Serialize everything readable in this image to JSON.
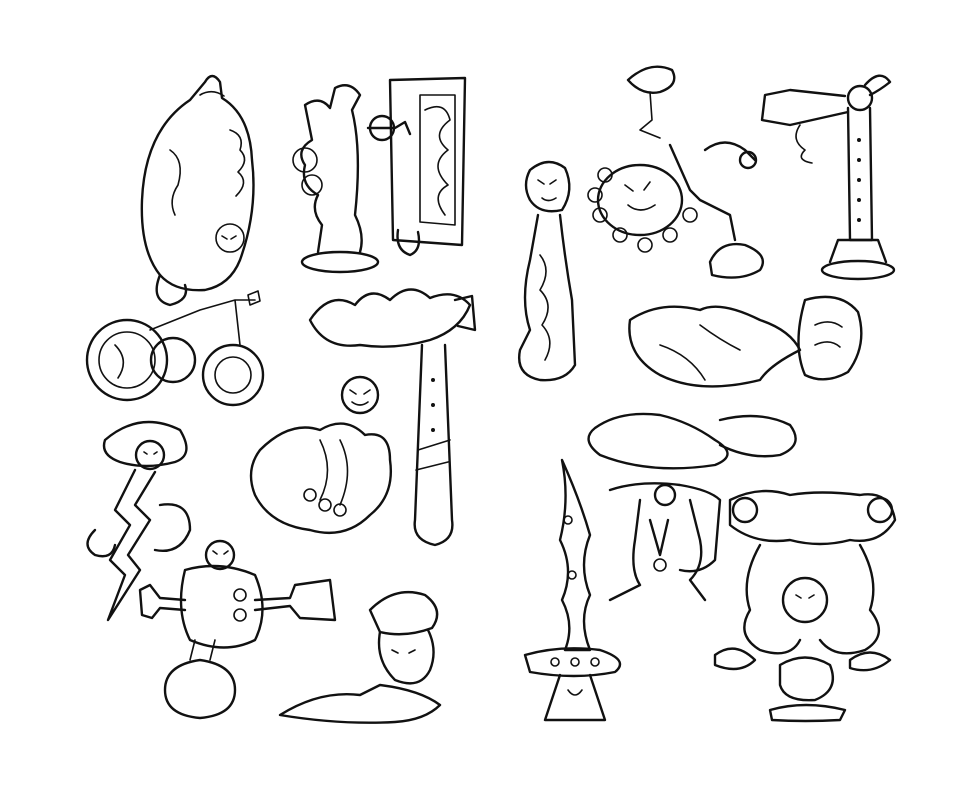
{
  "image": {
    "background_color": "#ffffff",
    "ink_color": "#111111",
    "figures": [
      {
        "name": "figure-bowling-pin-tricycle",
        "icon": "tricycle-icon"
      },
      {
        "name": "figure-candlestick-mirror",
        "icon": "mirror-icon"
      },
      {
        "name": "figure-puppet-pole",
        "icon": "puppet-icon"
      },
      {
        "name": "figure-lamppost-hand",
        "icon": "lamppost-icon"
      },
      {
        "name": "figure-flame-pillar",
        "icon": "flame-icon"
      },
      {
        "name": "figure-sleeping-lamp-head",
        "icon": "lamp-head-icon"
      },
      {
        "name": "figure-chained-torch-post",
        "icon": "torch-icon"
      },
      {
        "name": "figure-hatted-zigzag",
        "icon": "hat-icon"
      },
      {
        "name": "figure-dumbbell-robot",
        "icon": "dumbbell-icon"
      },
      {
        "name": "figure-reclining-hat",
        "icon": "reclining-icon"
      },
      {
        "name": "figure-flame-sword",
        "icon": "sword-icon"
      },
      {
        "name": "figure-hanging-upside-down",
        "icon": "hanging-figure-icon"
      },
      {
        "name": "figure-tangled-creatures",
        "icon": "tangle-icon"
      }
    ]
  }
}
